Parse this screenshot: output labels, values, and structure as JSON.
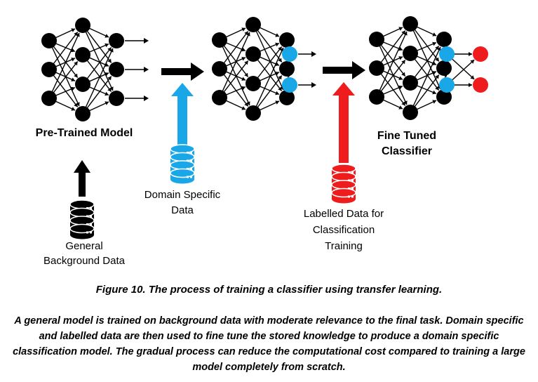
{
  "labels": {
    "pretrained": "Pre-Trained Model",
    "general_data": [
      "General",
      "Background Data"
    ],
    "domain_data": [
      "Domain Specific",
      "Data"
    ],
    "labelled_data": [
      "Labelled Data for",
      "Classification",
      "Training"
    ],
    "fine_tuned": [
      "Fine Tuned",
      "Classifier"
    ]
  },
  "caption": {
    "figure": "Figure 10. The process of training a classifier using transfer learning.",
    "description": "A general model is trained on background data with moderate relevance to the final task. Domain specific and labelled data are then used to fine tune the stored knowledge to produce a domain specific classification model. The gradual process can reduce the computational cost compared to training a large model completely from scratch."
  },
  "colors": {
    "node": "#000000",
    "domain": "#1aa7e8",
    "labelled": "#ee1c1c",
    "arrow": "#000000"
  }
}
